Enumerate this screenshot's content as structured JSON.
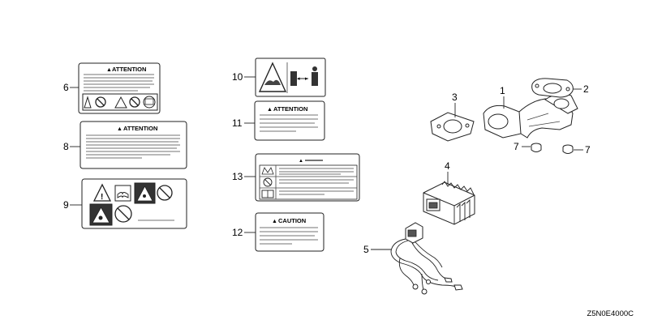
{
  "callouts": {
    "c1": "1",
    "c2": "2",
    "c3": "3",
    "c4": "4",
    "c5": "5",
    "c6": "6",
    "c7a": "7",
    "c7b": "7",
    "c8": "8",
    "c9": "9",
    "c10": "10",
    "c11": "11",
    "c12": "12",
    "c13": "13"
  },
  "labels": {
    "label6_heading": "ATTENTION",
    "label8_heading": "ATTENTION",
    "label11_heading": "ATTENTION",
    "label12_heading": "CAUTION"
  },
  "diagram_code": "Z5N0E4000C"
}
